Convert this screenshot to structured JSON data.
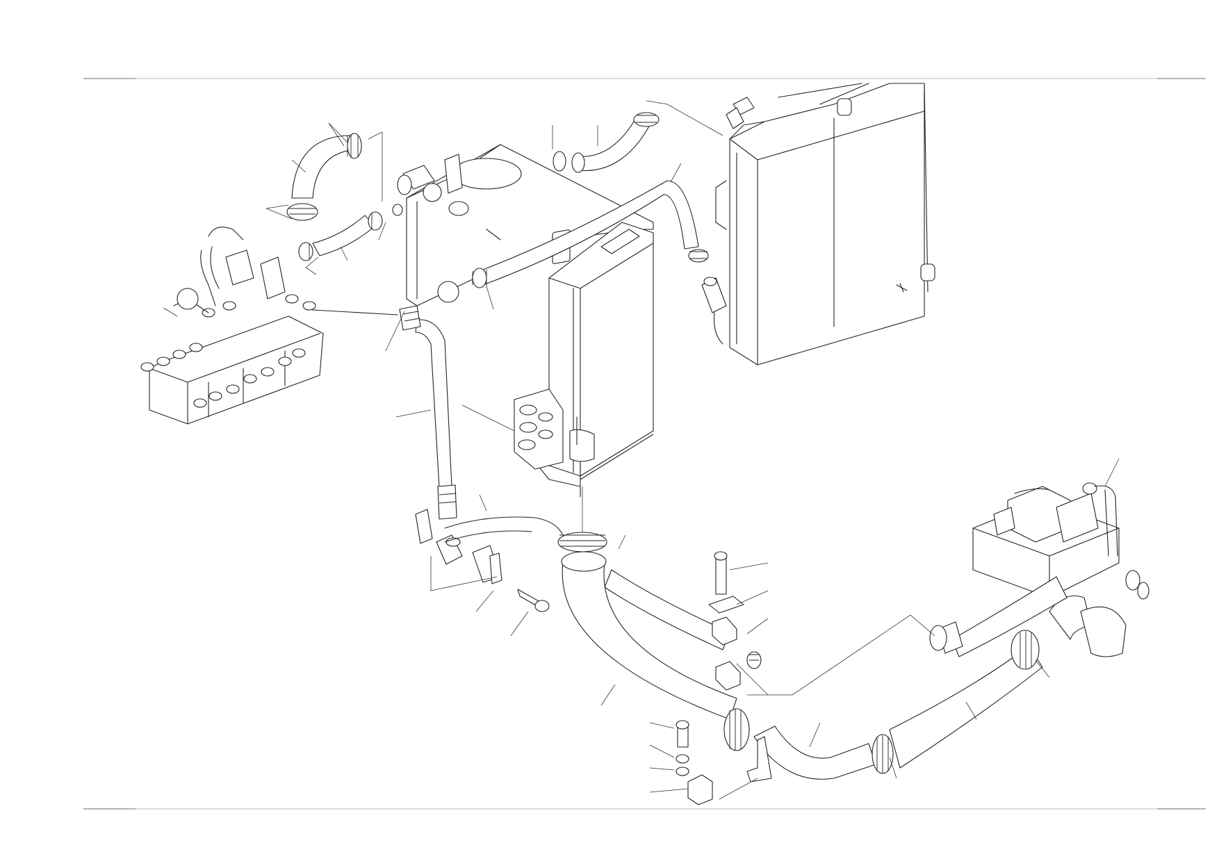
{
  "sheet": {
    "callout_labels": [],
    "note": ""
  },
  "assemblies": [
    {
      "id": "control-valve-left"
    },
    {
      "id": "hydraulic-tank"
    },
    {
      "id": "oil-cooler"
    },
    {
      "id": "radiator"
    },
    {
      "id": "pilot-valve-right"
    },
    {
      "id": "suction-pipe"
    },
    {
      "id": "return-hoses"
    }
  ],
  "colors": {
    "line": "#222222",
    "frame": "#bdbdbd",
    "background": "#ffffff"
  }
}
